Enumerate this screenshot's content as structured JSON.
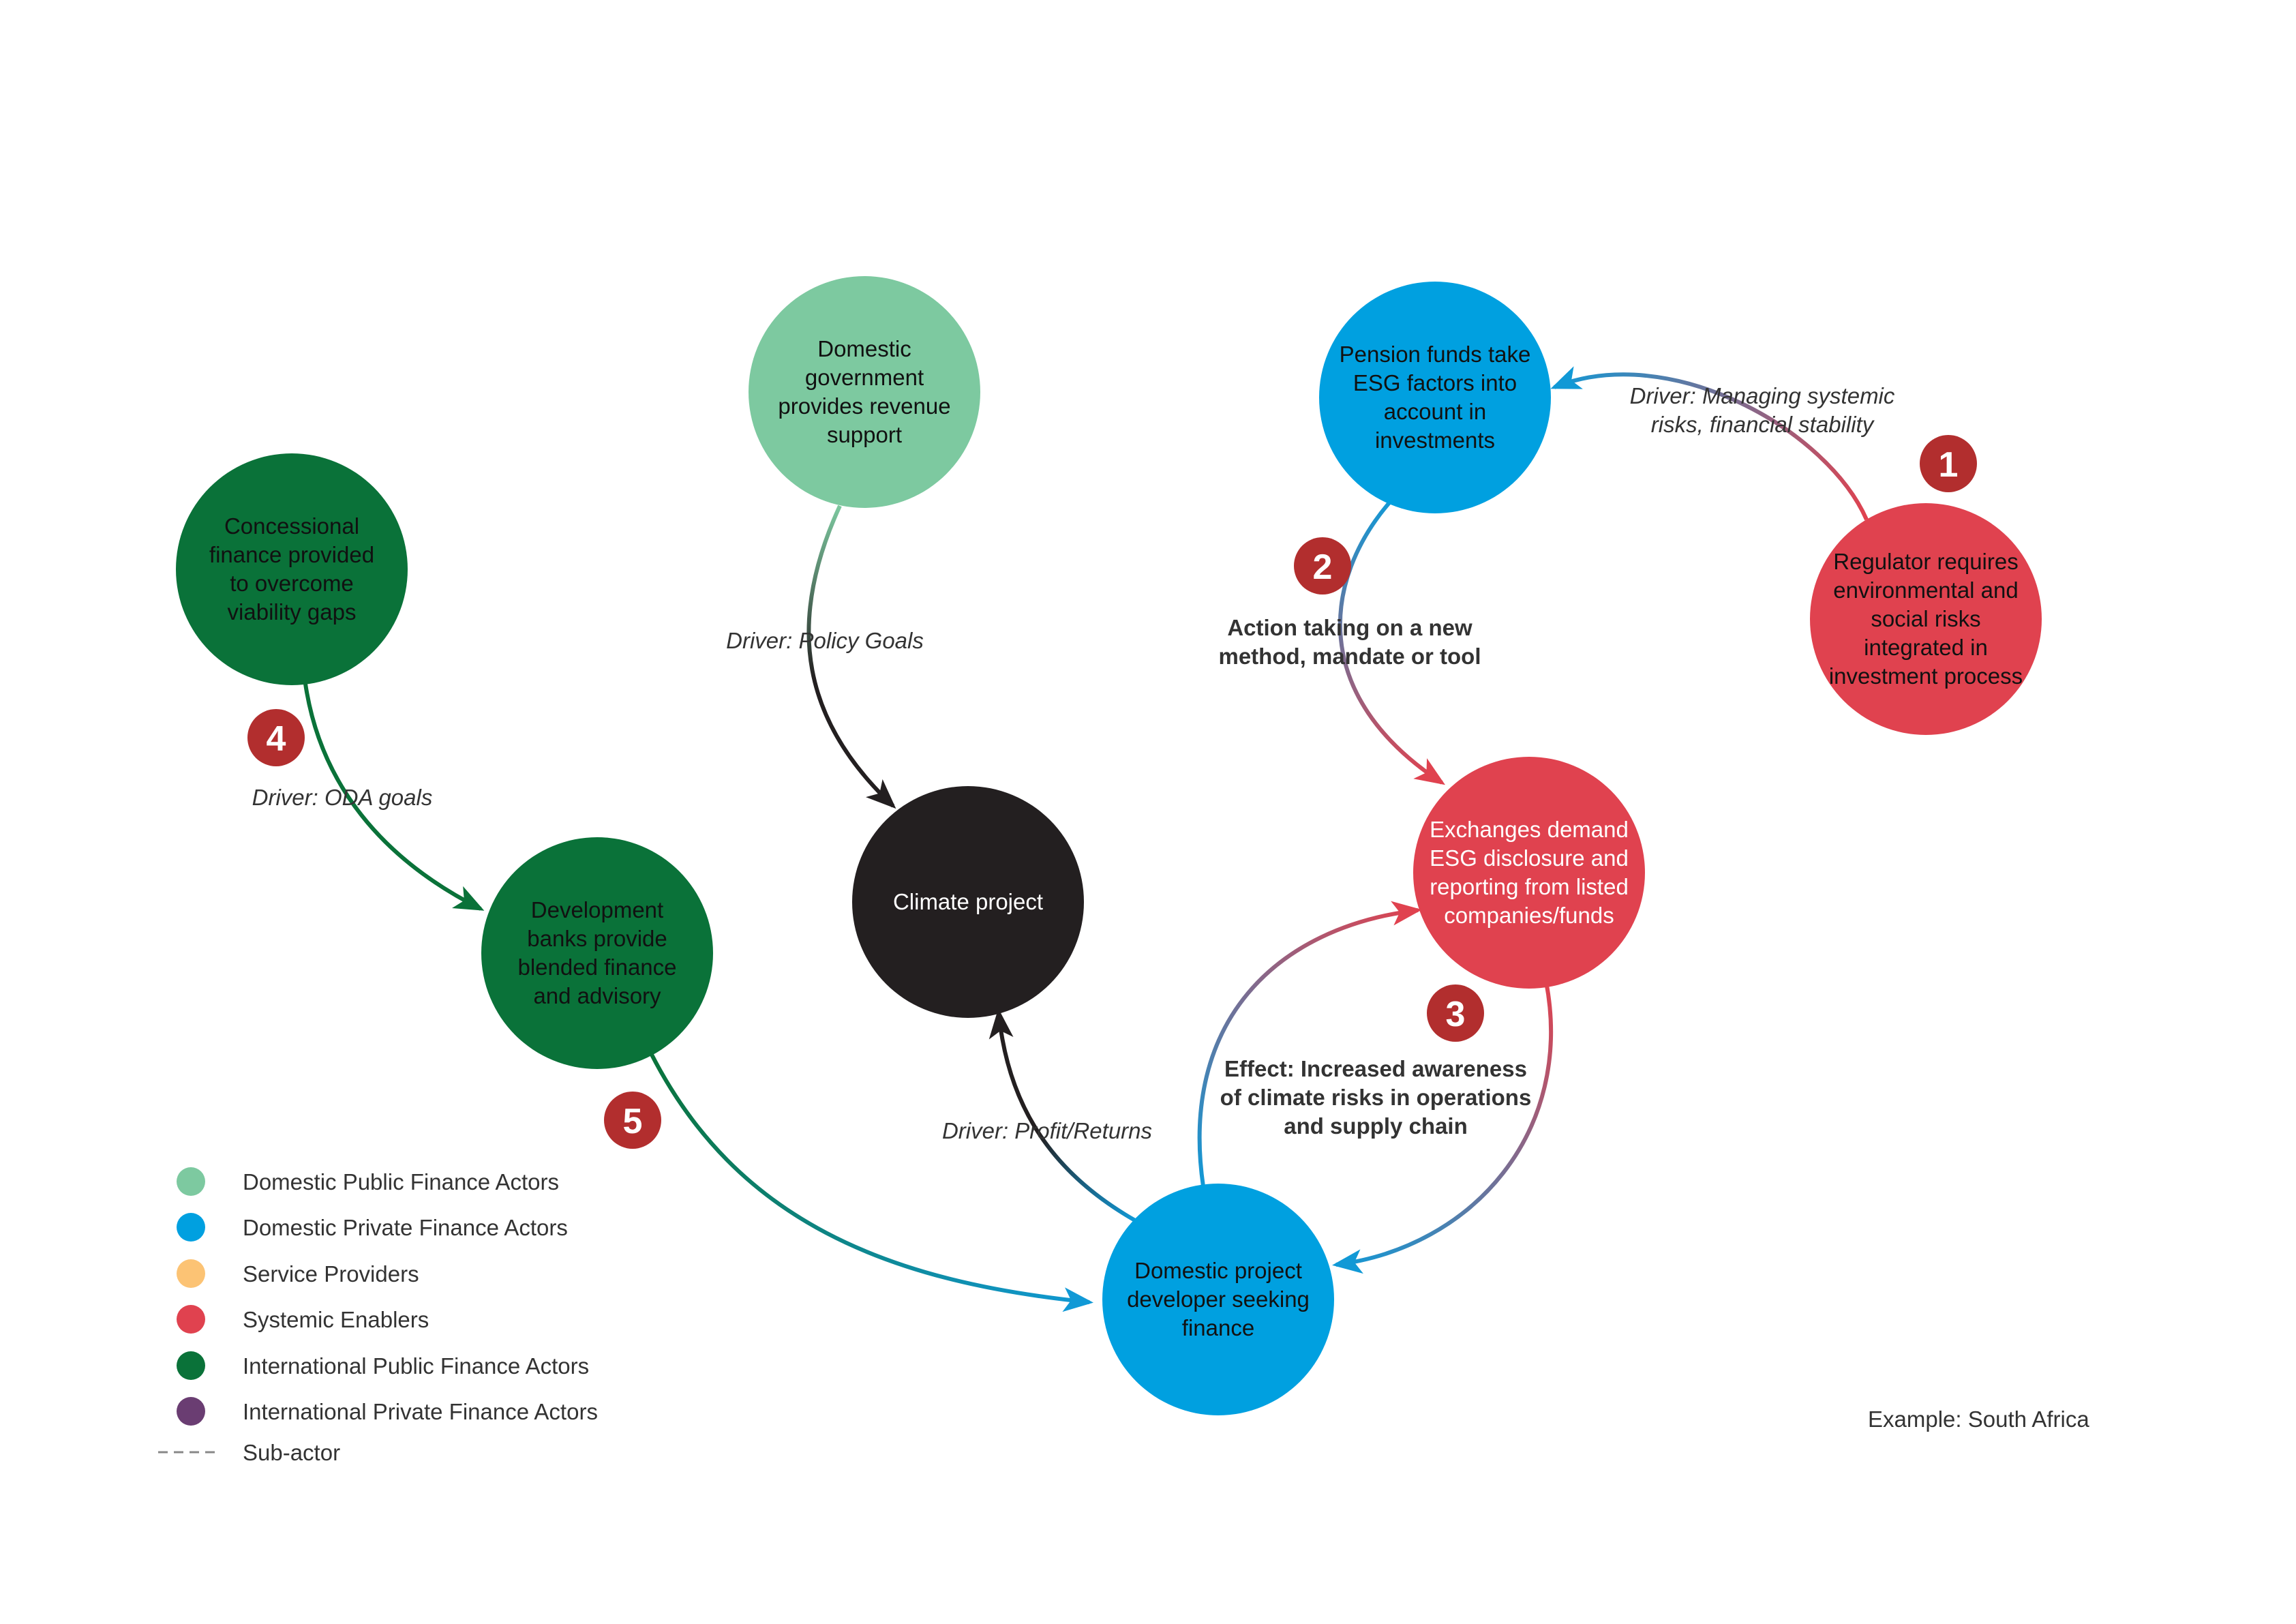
{
  "colors": {
    "domestic_public": "#7dc9a0",
    "domestic_private": "#00a0e0",
    "service_providers": "#fcc374",
    "systemic_enablers": "#e0424f",
    "international_public": "#0a7239",
    "international_private": "#6a3d72",
    "climate_project": "#231f20",
    "badge": "#b22e2e",
    "sub_actor": "#888888"
  },
  "nodes": {
    "climate_project": {
      "lines": [
        "Climate project"
      ]
    },
    "domestic_government": {
      "lines": [
        "Domestic",
        "government",
        "provides revenue",
        "support"
      ]
    },
    "pension_funds": {
      "lines": [
        "Pension funds take",
        "ESG factors into",
        "account in",
        "investments"
      ]
    },
    "regulator": {
      "lines": [
        "Regulator requires",
        "environmental and",
        "social risks",
        "integrated in",
        "investment process"
      ]
    },
    "exchanges": {
      "lines": [
        "Exchanges demand",
        "ESG disclosure and",
        "reporting from listed",
        "companies/funds"
      ]
    },
    "concessional": {
      "lines": [
        "Concessional",
        "finance provided",
        "to overcome",
        "viability gaps"
      ]
    },
    "development_banks": {
      "lines": [
        "Development",
        "banks provide",
        "blended finance",
        "and advisory"
      ]
    },
    "project_developer": {
      "lines": [
        "Domestic project",
        "developer seeking",
        "finance"
      ]
    }
  },
  "labels": {
    "driver_systemic": [
      "Driver: Managing systemic",
      "risks, financial stability"
    ],
    "action_method": [
      "Action taking on a new",
      "method, mandate or tool"
    ],
    "driver_policy": [
      "Driver: Policy Goals"
    ],
    "driver_oda": [
      "Driver: ODA goals"
    ],
    "effect_awareness": [
      "Effect: Increased awareness",
      "of climate risks in operations",
      "and supply chain"
    ],
    "driver_profit": [
      "Driver: Profit/Returns"
    ]
  },
  "badges": [
    "1",
    "2",
    "3",
    "4",
    "5"
  ],
  "legend": {
    "items": [
      {
        "label": "Domestic Public Finance Actors",
        "color": "#7dc9a0"
      },
      {
        "label": "Domestic Private Finance Actors",
        "color": "#00a0e0"
      },
      {
        "label": "Service Providers",
        "color": "#fcc374"
      },
      {
        "label": "Systemic Enablers",
        "color": "#e0424f"
      },
      {
        "label": "International Public Finance Actors",
        "color": "#0a7239"
      },
      {
        "label": "International Private Finance Actors",
        "color": "#6a3d72"
      }
    ],
    "sub_actor": "Sub-actor"
  },
  "example_label": "Example: South Africa"
}
